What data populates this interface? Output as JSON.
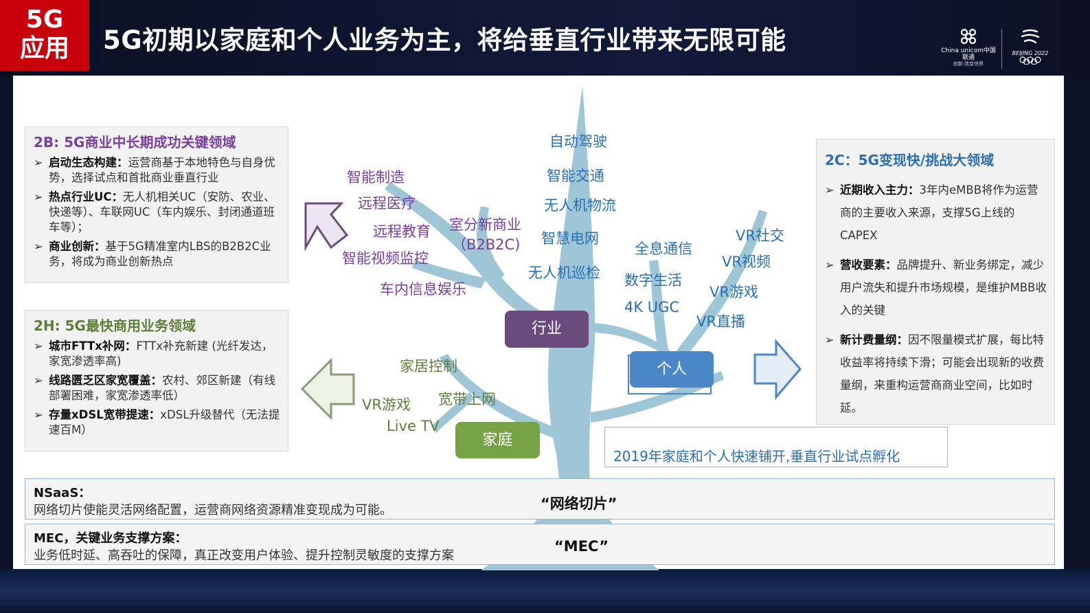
{
  "header": {
    "badge_line1": "5G",
    "badge_line2": "应用",
    "title": "5G初期以家庭和个人业务为主，将给垂直行业带来无限可能",
    "logo_unicom": "China unicom中国联通",
    "logo_unicom_slogan": "创新·改变世界",
    "logo_beijing": "BEIJING 2022"
  },
  "box_2b": {
    "title": "2B: 5G商业中长期成功关键领域",
    "items": [
      {
        "bold": "启动生态构建：",
        "text": "运营商基于本地特色与自身优势，选择试点和首批商业垂直行业"
      },
      {
        "bold": "热点行业UC：",
        "text": "无人机相关UC（安防、农业、快递等）、车联网UC（车内娱乐、封闭通道班车等）；"
      },
      {
        "bold": "商业创新：",
        "text": "基于5G精准室内LBS的B2B2C业务，将成为商业创新热点"
      }
    ]
  },
  "box_2h": {
    "title": "2H: 5G最快商用业务领域",
    "items": [
      {
        "bold": "城市FTTx补网：",
        "text": "FTTx补充新建 (光纤发达，家宽渗透率高)"
      },
      {
        "bold": "线路匮乏区家宽覆盖：",
        "text": "农村、郊区新建（有线部署困难，家宽渗透率低）"
      },
      {
        "bold": "存量xDSL宽带提速：",
        "text": "xDSL升级替代（无法提速百M）"
      }
    ]
  },
  "box_2c": {
    "title": "2C：5G变现快/挑战大领域",
    "items": [
      {
        "bold": "近期收入主力：",
        "text": "3年内eMBB将作为运营商的主要收入来源，支撑5G上线的CAPEX"
      },
      {
        "bold": "营收要素：",
        "text": "品牌提升、新业务绑定，减少用户流失和提升市场规模，是维护MBB收入的关键"
      },
      {
        "bold": "新计费量纲：",
        "text": "因不限量模式扩展，每比特收益率将持续下滑；可能会出现新的收费量纲，来重构运营商商业空间，比如时延。"
      }
    ]
  },
  "tree": {
    "industry_purple": [
      "智能制造",
      "远程医疗",
      "远程教育",
      "室分新商业",
      "（B2B2C)",
      "智能视频监控",
      "车内信息娱乐"
    ],
    "industry_blue": [
      "自动驾驶",
      "智能交通",
      "无人机物流",
      "智慧电网",
      "无人机巡检"
    ],
    "personal": [
      "全息通信",
      "数字生活",
      "4K UGC",
      "VR社交",
      "VR视频",
      "VR游戏",
      "VR直播"
    ],
    "home": [
      "家居控制",
      "VR游戏",
      "宽带上网",
      "Live TV"
    ],
    "node_industry": "行业",
    "node_personal": "个人",
    "node_home": "家庭",
    "note": "2019年家庭和个人快速铺开,垂直行业试点孵化"
  },
  "nsaas": {
    "title": "NSaaS：",
    "desc": "网络切片使能灵活网络配置，运营商网络资源精准变现成为可能。",
    "tag": "“网络切片”"
  },
  "mec": {
    "title": "MEC，关键业务支撑方案：",
    "desc": "业务低时延、高吞吐的保障，真正改变用户体验、提升控制灵敏度的支撑方案",
    "tag": "“MEC”"
  },
  "colors": {
    "badge": "#c8000b",
    "purple_text": "#7a3fa0",
    "blue_text": "#2a6fb3",
    "green_text": "#5e7f3a",
    "node_industry": "#6b4a7e",
    "node_personal": "#4a86c8",
    "node_home": "#76a145",
    "tree": "#9ec6d6"
  }
}
